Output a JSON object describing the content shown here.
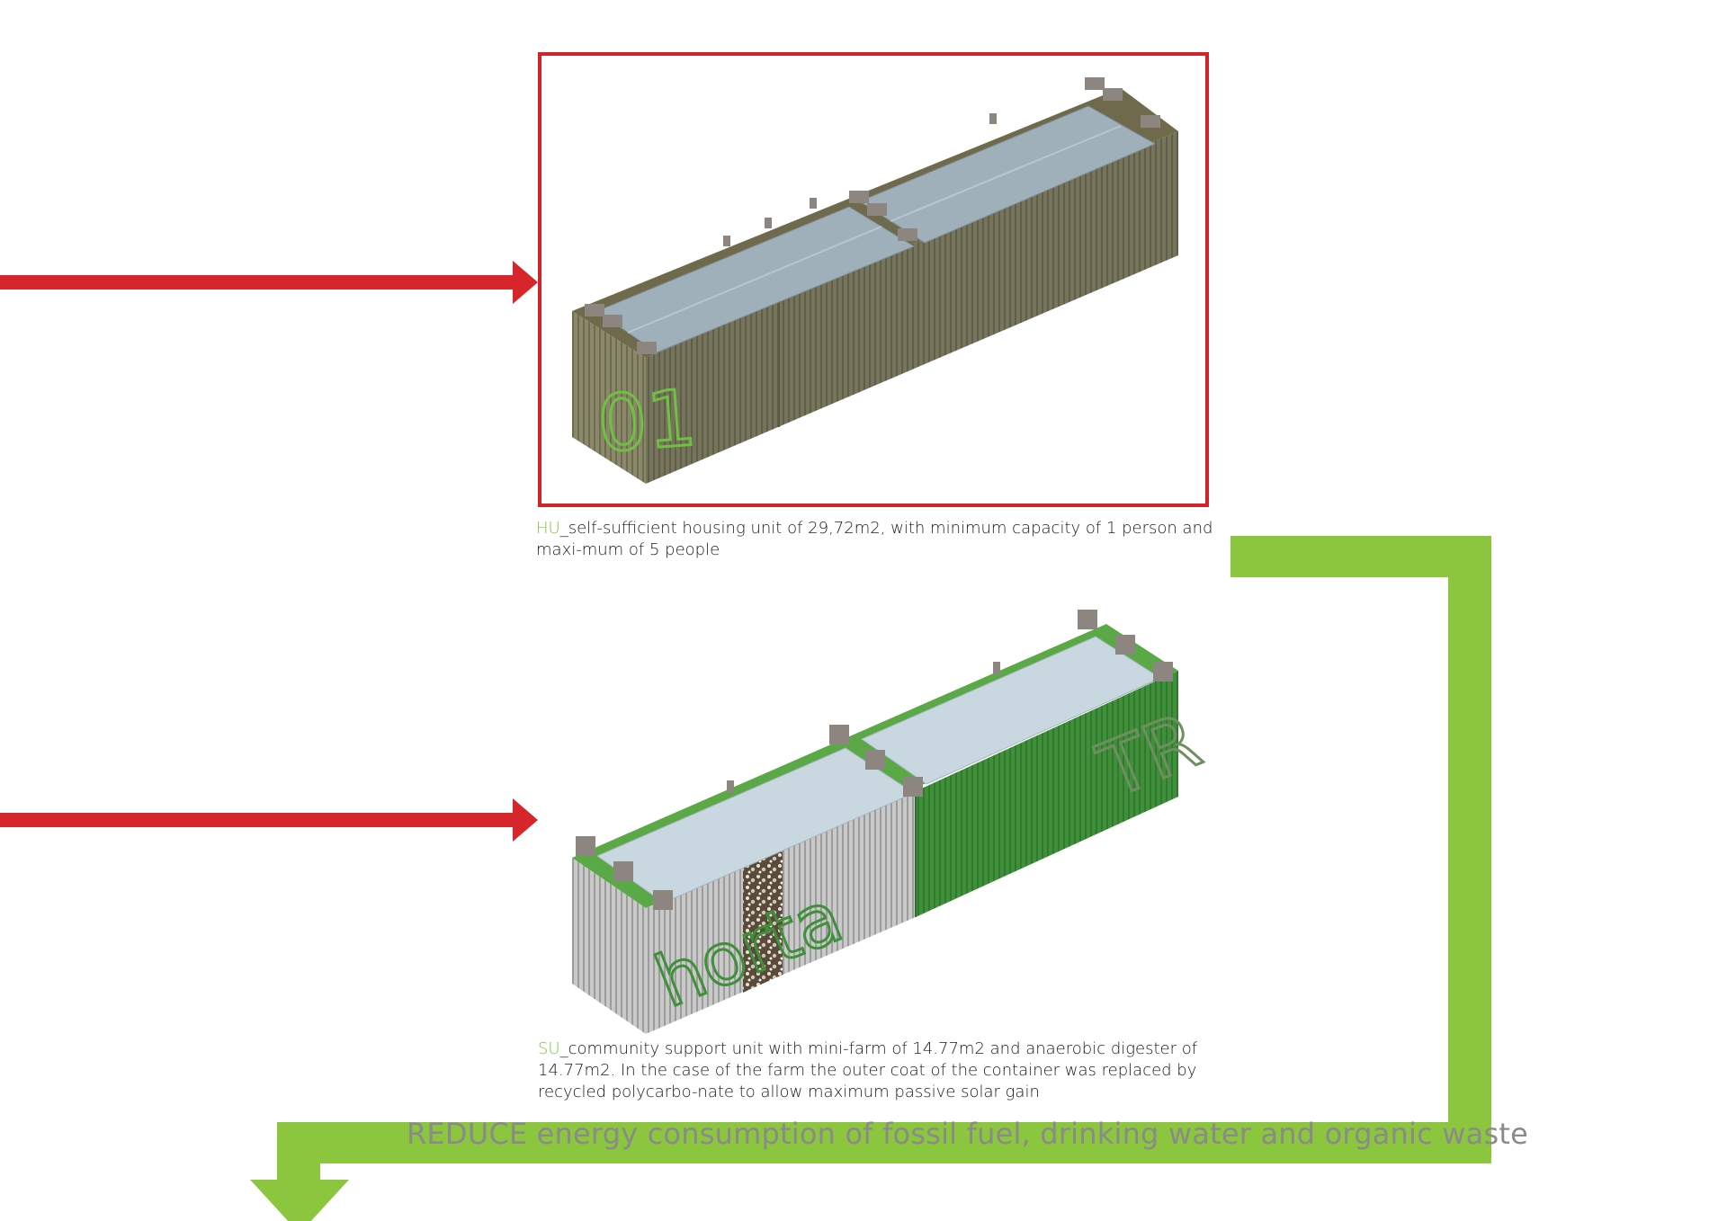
{
  "unit1": {
    "label": "01",
    "caption_code": "HU",
    "caption_text": "_self-sufficient housing unit of 29,72m2, with minimum capacity of 1 person and maxi-mum of 5 people"
  },
  "unit2": {
    "label_farm": "horta",
    "label_digester": "TR",
    "caption_code": "SU",
    "caption_text": "_community support unit with mini-farm of 14.77m2 and anaerobic digester of 14.77m2. In the case of the farm the outer coat of the container was replaced by recycled polycarbo-nate to allow maximum passive solar gain"
  },
  "reduce_text": "REDUCE energy consumption of fossil fuel, drinking water and organic waste",
  "colors": {
    "arrow_red": "#d6252b",
    "frame_red": "#d2232a",
    "flow_green": "#8cc63f",
    "container_olive": "#6b6b52",
    "container_green": "#3f8f3b",
    "panel_blue": "#9fb0bb",
    "text_green": "#7cc243"
  },
  "icons": {
    "input_arrow": "arrow-right-icon",
    "output_arrow": "arrow-down-icon"
  }
}
